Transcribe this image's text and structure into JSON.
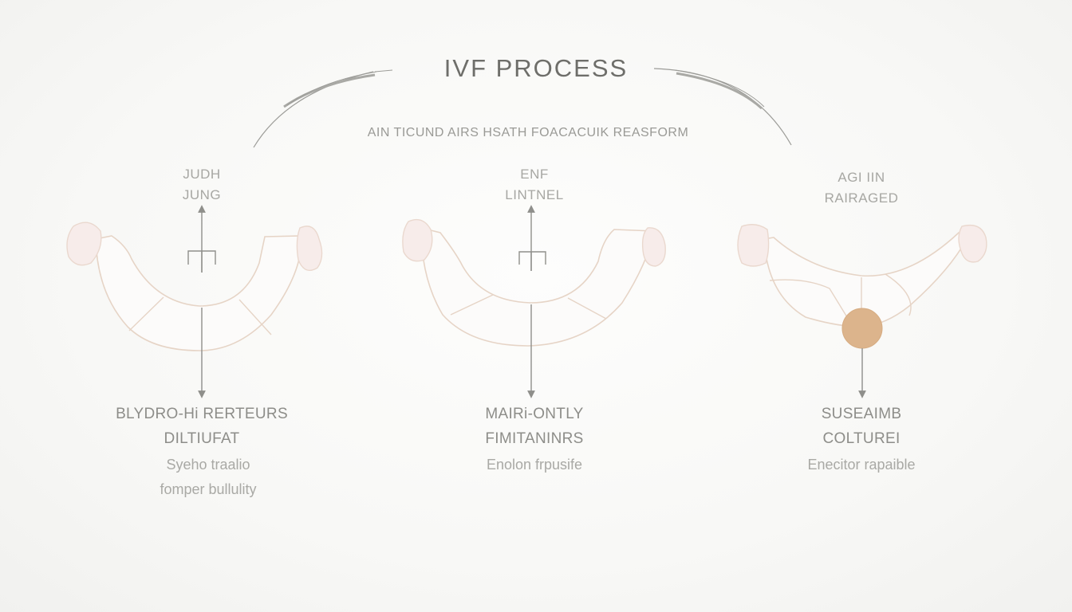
{
  "title": "IVF PROCESS",
  "subtitle": "AIN TICUND AIRS HSATH FOACACUIK REASFORM",
  "colors": {
    "outline": "#e6d4c6",
    "fill": "#f7ecea",
    "arrow": "#8f8f8b",
    "accent": "#dcb48c"
  },
  "stages": [
    {
      "top_label": [
        "JUDH",
        "JUNG"
      ],
      "caption": [
        "BLYDRO-Hi RERTEURS",
        "DILTIUFAT"
      ],
      "description": [
        "Syeho traalio",
        "fomper bullulity"
      ]
    },
    {
      "top_label": [
        "ENF",
        "LINTNEL"
      ],
      "caption": [
        "MAIRi-ONTLY",
        "FIMITANINRS"
      ],
      "description": [
        "Enolon frpusife"
      ]
    },
    {
      "top_label": [
        "AGI IIN",
        "RAIRAGED"
      ],
      "caption": [
        "SUSEAIMB",
        "COLTUREI"
      ],
      "description": [
        "Enecitor rapaible"
      ]
    }
  ]
}
